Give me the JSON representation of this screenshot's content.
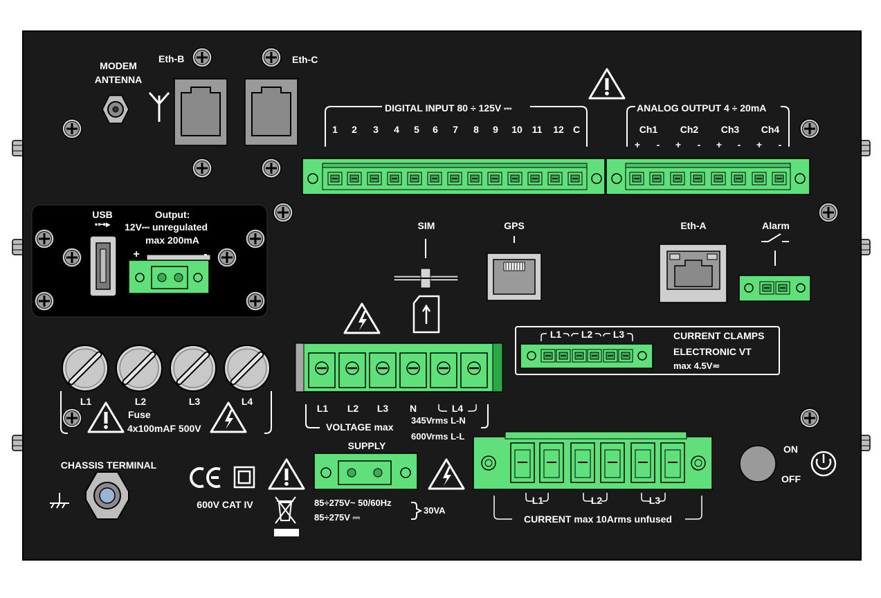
{
  "labels": {
    "modem_antenna_line1": "MODEM",
    "modem_antenna_line2": "ANTENNA",
    "eth_b": "Eth-B",
    "eth_c": "Eth-C",
    "digital_input": "DIGITAL INPUT 80 ÷ 125V ⎓",
    "di_channels": [
      "1",
      "2",
      "3",
      "4",
      "5",
      "6",
      "7",
      "8",
      "9",
      "10",
      "11",
      "12",
      "C"
    ],
    "analog_output": "ANALOG OUTPUT  4 ÷ 20mA",
    "ao_channels": [
      "Ch1",
      "Ch2",
      "Ch3",
      "Ch4"
    ],
    "plus": "+",
    "minus": "-",
    "usb": "USB",
    "output_title": "Output:",
    "output_line2": "12V⎓ unregulated",
    "output_line3": "max 200mA",
    "sim": "SIM",
    "gps": "GPS",
    "eth_a": "Eth-A",
    "alarm": "Alarm",
    "current_clamps": "CURRENT CLAMPS",
    "electronic_vt": "ELECTRONIC VT",
    "clamps_max": "max 4.5V≂",
    "clamp_l1": "L1",
    "clamp_l2": "L2",
    "clamp_l3": "L3",
    "fuse_l1": "L1",
    "fuse_l2": "L2",
    "fuse_l3": "L3",
    "fuse_l4": "L4",
    "fuse": "Fuse",
    "fuse_rating": "4x100mAF 500V",
    "volt_l1": "L1",
    "volt_l2": "L2",
    "volt_l3": "L3",
    "volt_n": "N",
    "volt_l4": "L4",
    "voltage_max": "VOLTAGE   max",
    "voltage_ln": "345Vrms L-N",
    "voltage_ll": "600Vrms L-L",
    "supply": "SUPPLY",
    "supply_ac": "85÷275V~ 50/60Hz",
    "supply_dc": "85÷275V ⎓",
    "supply_va": "30VA",
    "chassis_terminal": "CHASSIS TERMINAL",
    "cat_rating": "600V CAT IV",
    "ce_mark": "CE",
    "on": "ON",
    "off": "OFF",
    "cur_l1": "L1",
    "cur_l2": "L2",
    "cur_l3": "L3",
    "current_max": "CURRENT max 10Arms unfused"
  },
  "colors": {
    "panel": "#1a1a1a",
    "terminal_green": "#5fe07a",
    "port_gray": "#9a9a9a",
    "text": "#ffffff",
    "background": "#ffffff"
  }
}
